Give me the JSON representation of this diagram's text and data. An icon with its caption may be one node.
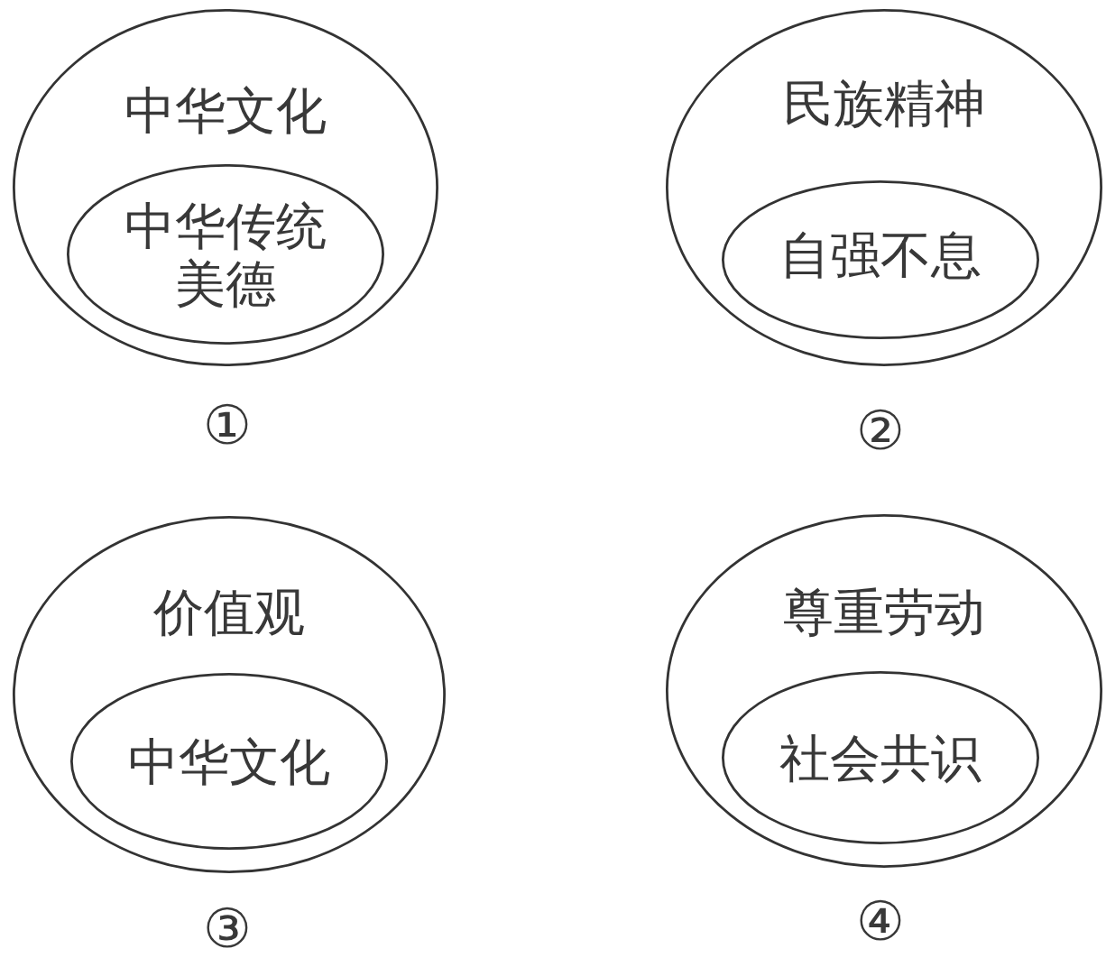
{
  "diagram": {
    "nodes": [
      {
        "text": [
          "中华文化"
        ],
        "beside": [
          "①"
        ]
      },
      {
        "text": [
          "中华传统美德"
        ],
        "in": 0
      },
      {
        "text": [
          "民族精神"
        ],
        "beside": [
          "②"
        ]
      },
      {
        "text": [
          "自强不息"
        ],
        "in": 2
      },
      {
        "text": [
          "价值观"
        ],
        "beside": [
          "③"
        ]
      },
      {
        "text": [
          "中华文化"
        ],
        "in": 4
      },
      {
        "text": [
          "尊重劳动"
        ],
        "beside": [
          "④"
        ]
      },
      {
        "text": [
          "社会共识"
        ],
        "in": 6
      }
    ]
  }
}
